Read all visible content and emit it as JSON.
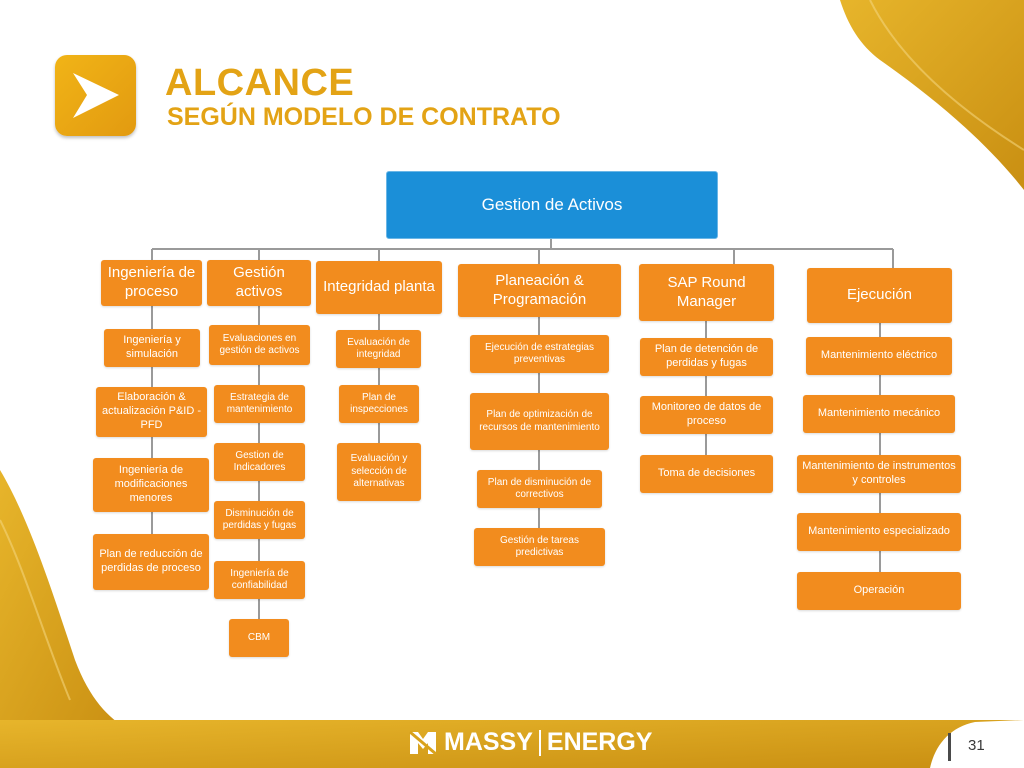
{
  "header": {
    "title": "ALCANCE",
    "subtitle": "SEGÚN MODELO DE CONTRATO",
    "logo_icon": "chevron-arrow-icon"
  },
  "diagram": {
    "root": "Gestion de Activos",
    "columns": [
      {
        "heading": "Ingeniería de proceso",
        "items": [
          "Ingeniería y simulación",
          "Elaboración & actualización P&ID - PFD",
          "Ingeniería de modificaciones menores",
          "Plan de reducción de perdidas de proceso"
        ]
      },
      {
        "heading": "Gestión activos",
        "items": [
          "Evaluaciones en gestión de activos",
          "Estrategia de mantenimiento",
          "Gestion de Indicadores",
          "Disminución de perdidas y fugas",
          "Ingeniería de confiabilidad",
          "CBM"
        ]
      },
      {
        "heading": "Integridad planta",
        "items": [
          "Evaluación de integridad",
          "Plan de inspecciones",
          "Evaluación y selección de alternativas"
        ]
      },
      {
        "heading": "Planeación & Programación",
        "items": [
          "Ejecución de estrategias preventivas",
          "Plan de optimización de recursos de mantenimiento",
          "Plan de disminución de correctivos",
          "Gestión de tareas predictivas"
        ]
      },
      {
        "heading": "SAP Round Manager",
        "items": [
          "Plan de detención de perdidas y fugas",
          "Monitoreo de datos de proceso",
          "Toma de decisiones"
        ]
      },
      {
        "heading": "Ejecución",
        "items": [
          "Mantenimiento eléctrico",
          "Mantenimiento mecánico",
          "Mantenimiento de instrumentos y controles",
          "Mantenimiento especializado",
          "Operación"
        ]
      }
    ]
  },
  "footer": {
    "brand_left": "MASSY",
    "brand_right": "ENERGY",
    "page_number": "31"
  },
  "colors": {
    "accent_gold": "#e3a315",
    "root_blue": "#1b8fd8",
    "box_orange": "#f28c1e",
    "frame_gold": "#d9a21c"
  }
}
